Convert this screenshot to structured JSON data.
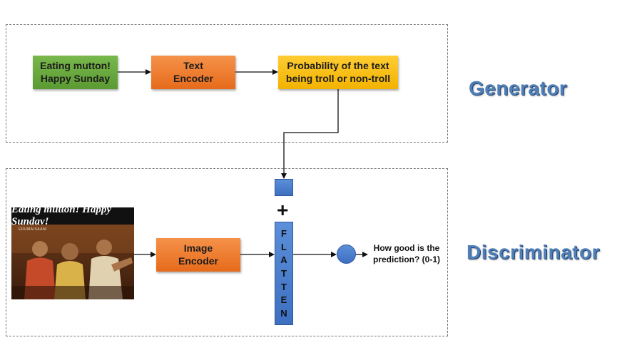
{
  "generator": {
    "label": "Generator",
    "input_text": "Eating mutton!\nHappy Sunday",
    "text_encoder": "Text\nEncoder",
    "probability": "Probability of the text\nbeing troll or non-troll"
  },
  "discriminator": {
    "label": "Discriminator",
    "meme_caption": "Eating mutton! Happy Sunday!",
    "meme_watermark": "ERUMAISAANI",
    "image_encoder": "Image\nEncoder",
    "plus": "+",
    "flatten_letters": [
      "F",
      "L",
      "A",
      "T",
      "T",
      "E",
      "N"
    ],
    "output_text": "How good is the\nprediction? (0-1)"
  },
  "colors": {
    "green": "#6aaa3f",
    "orange": "#ed7d31",
    "yellow": "#ffc000",
    "blue": "#4472c4",
    "label_blue": "#4f7fb8"
  }
}
